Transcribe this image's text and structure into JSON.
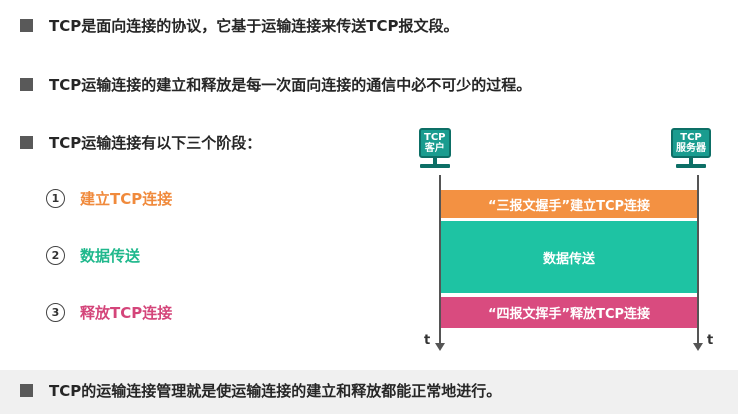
{
  "bullets": [
    "TCP是面向连接的协议，它基于运输连接来传送TCP报文段。",
    "TCP运输连接的建立和释放是每一次面向连接的通信中必不可少的过程。",
    "TCP运输连接有以下三个阶段：",
    "TCP的运输连接管理就是使运输连接的建立和释放都能正常地进行。"
  ],
  "steps": [
    {
      "num": "1",
      "label": "建立TCP连接",
      "color": "#f08a3c"
    },
    {
      "num": "2",
      "label": "数据传送",
      "color": "#1fb88c"
    },
    {
      "num": "3",
      "label": "释放TCP连接",
      "color": "#d4457a"
    }
  ],
  "diagram": {
    "client": {
      "line1": "TCP",
      "line2": "客户"
    },
    "server": {
      "line1": "TCP",
      "line2": "服务器"
    },
    "phases": [
      {
        "label": "“三报文握手”建立TCP连接",
        "color": "#f39142"
      },
      {
        "label": "数据传送",
        "color": "#1ec3a3"
      },
      {
        "label": "“四报文挥手”释放TCP连接",
        "color": "#d94b7f"
      }
    ],
    "time_label_left": "t",
    "time_label_right": "t"
  }
}
